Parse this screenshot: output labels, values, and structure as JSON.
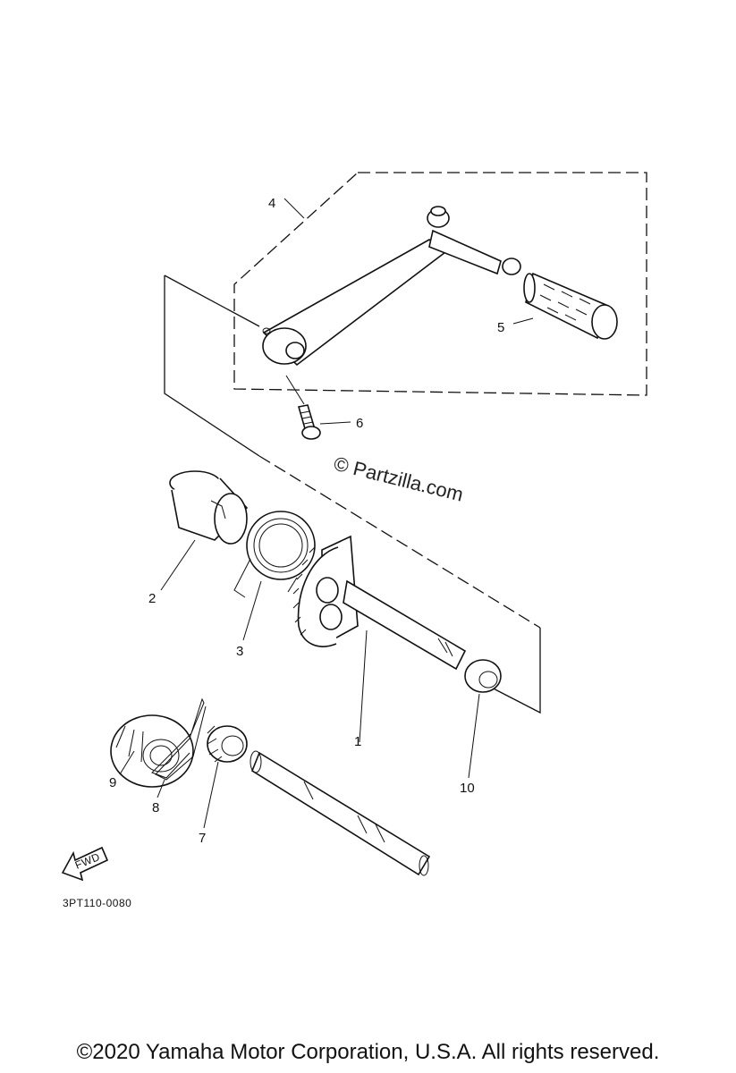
{
  "diagram": {
    "callouts": {
      "c1": "1",
      "c2": "2",
      "c3": "3",
      "c4": "4",
      "c5": "5",
      "c6": "6",
      "c7": "7",
      "c8": "8",
      "c9": "9",
      "c10": "10"
    },
    "watermark": "© Partzilla.com",
    "fwd_label": "FWD",
    "part_code": "3PT110-0080"
  },
  "footer": {
    "copyright": "©2020 Yamaha Motor Corporation, U.S.A. All rights reserved."
  }
}
